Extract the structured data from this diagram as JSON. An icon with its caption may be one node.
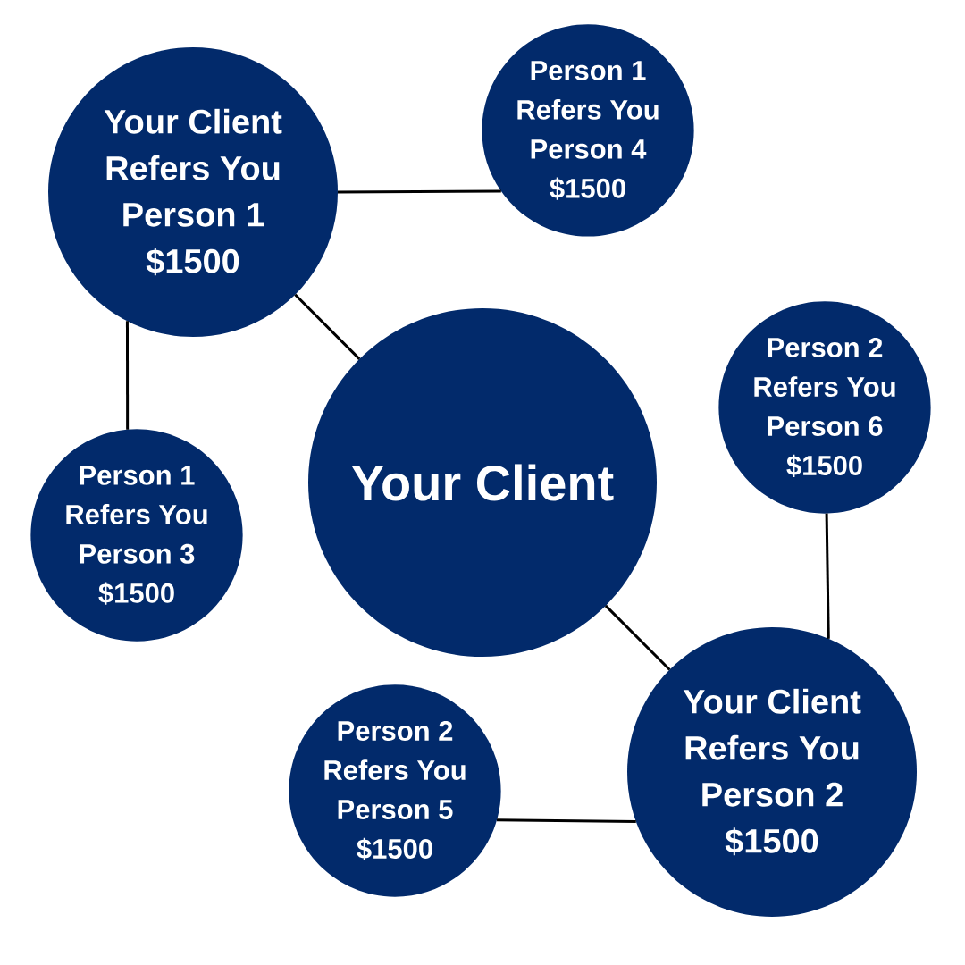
{
  "diagram": {
    "nodes": [
      {
        "text": [
          "Your Client Refers You Person 1 $1500"
        ]
      },
      {
        "text": [
          "Person 1 Refers You Person 4 $1500"
        ]
      },
      {
        "text": [
          "Your Client"
        ]
      },
      {
        "text": [
          "Person 2 Refers You Person 6 $1500"
        ]
      },
      {
        "text": [
          "Person 1 Refers You Person 3 $1500"
        ]
      },
      {
        "text": [
          "Person 2 Refers You Person 5 $1500"
        ]
      },
      {
        "text": [
          "Your Client Refers You Person 2 $1500"
        ]
      }
    ],
    "edges": [
      {
        "from": 0,
        "to": 1,
        "arrow": "none"
      },
      {
        "from": 2,
        "to": 0,
        "arrow": "none"
      },
      {
        "from": 0,
        "to": 4,
        "arrow": "none"
      },
      {
        "from": 2,
        "to": 6,
        "arrow": "none"
      },
      {
        "from": 6,
        "to": 3,
        "arrow": "none"
      },
      {
        "from": 6,
        "to": 5,
        "arrow": "none"
      }
    ]
  }
}
